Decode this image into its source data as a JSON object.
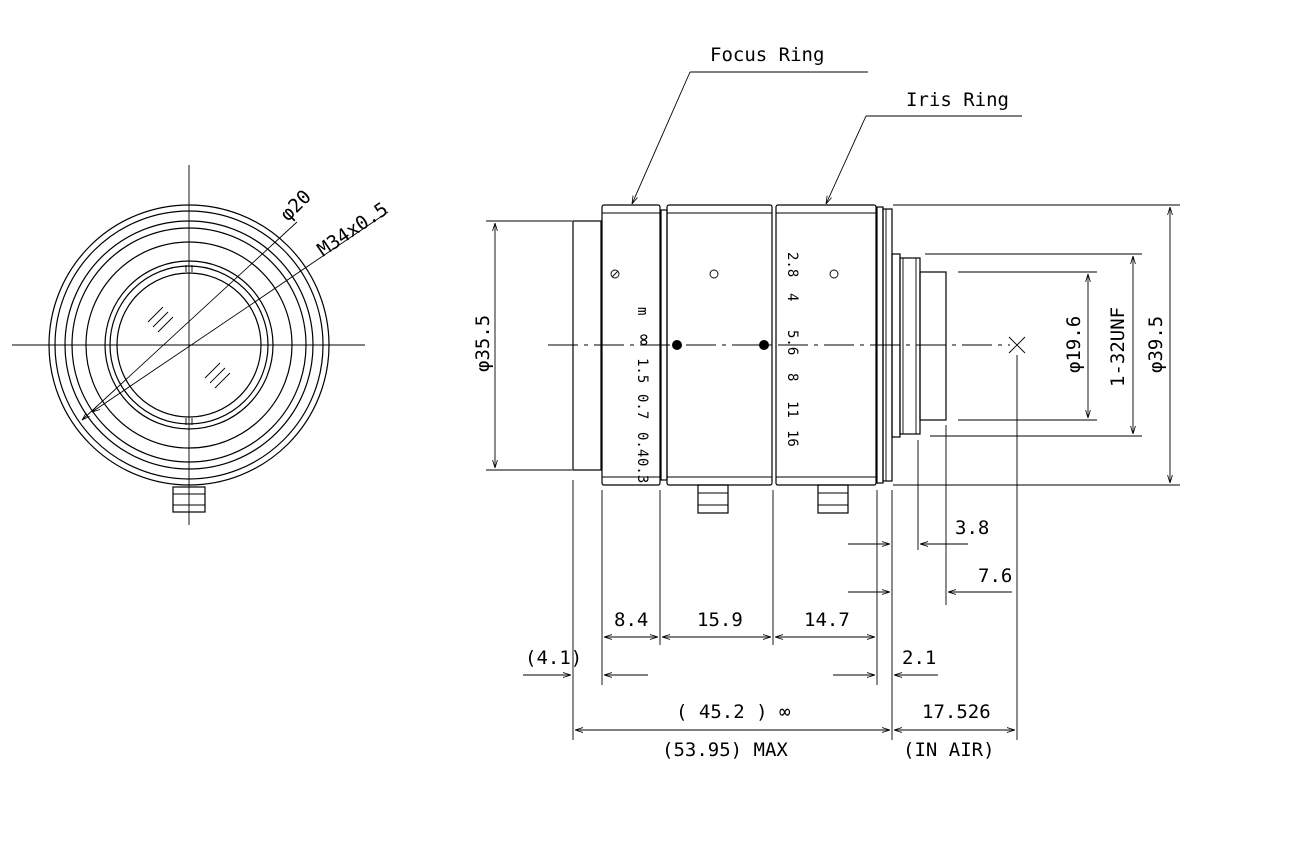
{
  "callouts": {
    "focus_ring": "Focus Ring",
    "iris_ring": "Iris Ring"
  },
  "front_view": {
    "diameter_label": "φ20",
    "thread_label": "M34x0.5"
  },
  "side_view": {
    "left_diameter": "φ35.5",
    "mount_diameter": "φ19.6",
    "mount_thread": "1-32UNF",
    "outer_diameter": "φ39.5",
    "focus_scale": [
      "m",
      "∞",
      "1.5",
      "0.7",
      "0.4",
      "0.3"
    ],
    "iris_scale": [
      "2.8",
      "4",
      "5.6",
      "8",
      "11",
      "16"
    ]
  },
  "dimensions": {
    "d_3_8": "3.8",
    "d_7_6": "7.6",
    "d_8_4": "8.4",
    "d_15_9": "15.9",
    "d_14_7": "14.7",
    "d_4_1": "(4.1)",
    "d_2_1": "2.1",
    "d_45_2": "( 45.2 ) ∞",
    "d_17_526": "17.526",
    "d_53_95": "(53.95) MAX",
    "in_air": "(IN AIR)"
  }
}
